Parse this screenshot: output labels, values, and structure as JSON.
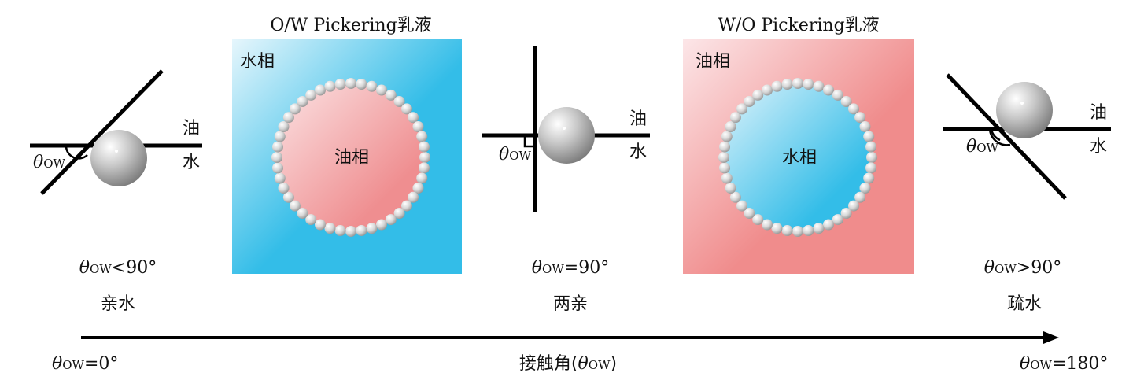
{
  "panels": {
    "ow": {
      "title": "O/W Pickering乳液",
      "outer_phase": "水相",
      "inner_phase": "油相",
      "colors": {
        "outer": "#33bde8",
        "outer_light": "#e6f6fc",
        "inner": "#ef8e90",
        "inner_light": "#fbe3e4"
      }
    },
    "wo": {
      "title": "W/O Pickering乳液",
      "outer_phase": "油相",
      "inner_phase": "水相",
      "colors": {
        "outer": "#f08c8c",
        "outer_light": "#fce6e8",
        "inner": "#33bde8",
        "inner_light": "#dff3fb"
      }
    }
  },
  "interfaces": {
    "hydrophilic": {
      "oil": "油",
      "water": "水",
      "angle_symbol": "θ",
      "angle_sub": "OW",
      "condition_sym": "θ",
      "condition_sub": "OW",
      "condition_rest": "<90°",
      "type": "亲水"
    },
    "neutral": {
      "oil": "油",
      "water": "水",
      "angle_symbol": "θ",
      "angle_sub": "OW",
      "condition_sym": "θ",
      "condition_sub": "OW",
      "condition_rest": "=90°",
      "type": "两亲"
    },
    "hydrophobic": {
      "oil": "油",
      "water": "水",
      "angle_symbol": "θ",
      "angle_sub": "OW",
      "condition_sym": "θ",
      "condition_sub": "OW",
      "condition_rest": ">90°",
      "type": "疏水"
    }
  },
  "axis": {
    "start_sym": "θ",
    "start_sub": "OW",
    "start_rest": "=0°",
    "title_text": "接触角(",
    "title_sym": "θ",
    "title_sub": "OW",
    "title_close": ")",
    "end_sym": "θ",
    "end_sub": "OW",
    "end_rest": "=180°"
  }
}
